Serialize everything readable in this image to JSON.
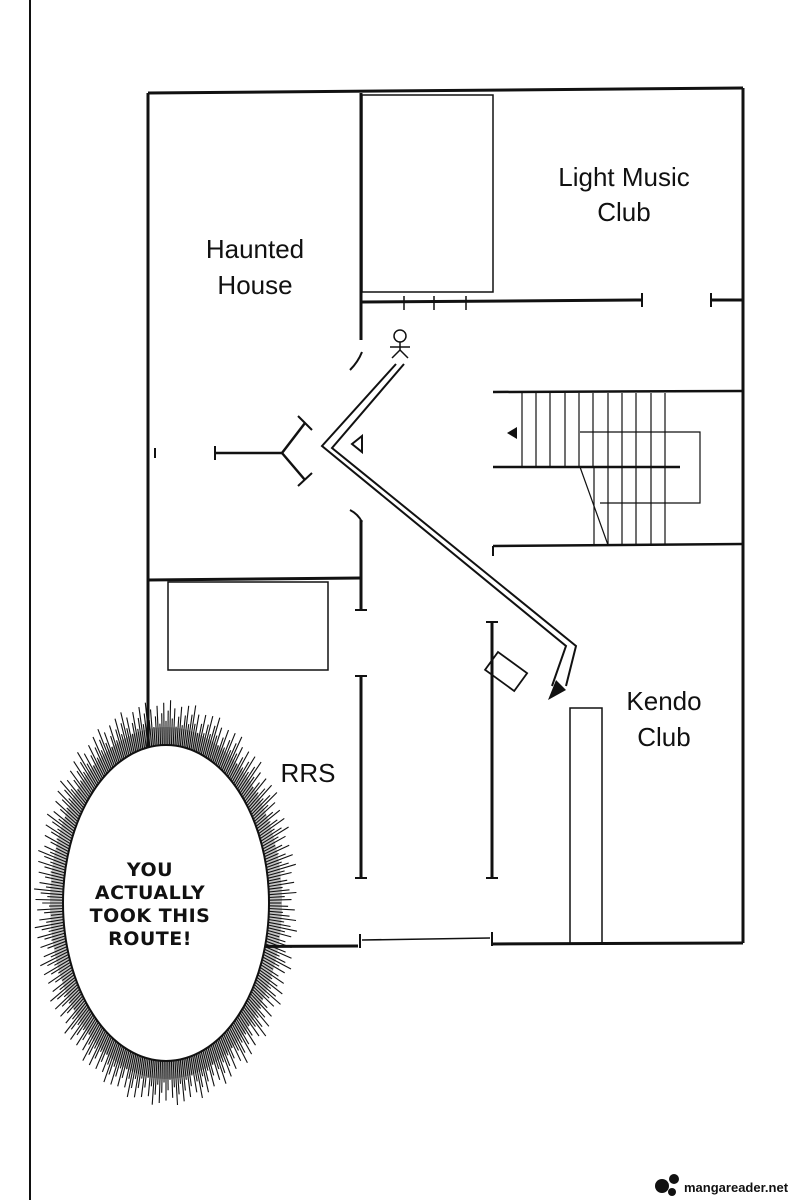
{
  "rooms": {
    "haunted_house": [
      "Haunted",
      "House"
    ],
    "light_music_club": [
      "Light Music",
      "Club"
    ],
    "kendo_club": [
      "Kendo",
      "Club"
    ],
    "rrs": "RRS"
  },
  "speech_bubble": {
    "lines": [
      "YOU",
      "ACTUALLY",
      "TOOK THIS",
      "ROUTE!"
    ]
  },
  "watermark": {
    "text": "mangareader.net"
  },
  "colors": {
    "ink": "#111111",
    "paper": "#ffffff"
  }
}
